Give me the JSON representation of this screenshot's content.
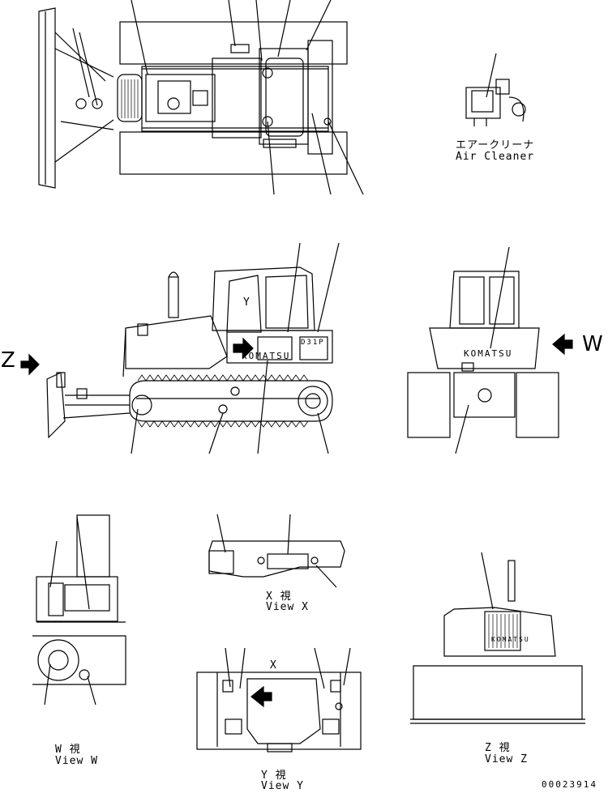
{
  "labels": {
    "air_cleaner_jp": "エアークリーナ",
    "air_cleaner_en": "Air Cleaner",
    "z_marker": "Z",
    "w_marker": "W",
    "view_x_jp": "X 視",
    "view_x_en": "View X",
    "view_w_jp": "W 視",
    "view_w_en": "View W",
    "view_y_jp": "Y 視",
    "view_y_en": "View Y",
    "view_z_jp": "Z 視",
    "view_z_en": "View Z",
    "x_marker": "X",
    "y_marker": "Y",
    "drawing_number": "00023914",
    "brand_mark": "KOMATSU",
    "model_mark": "D31P"
  }
}
